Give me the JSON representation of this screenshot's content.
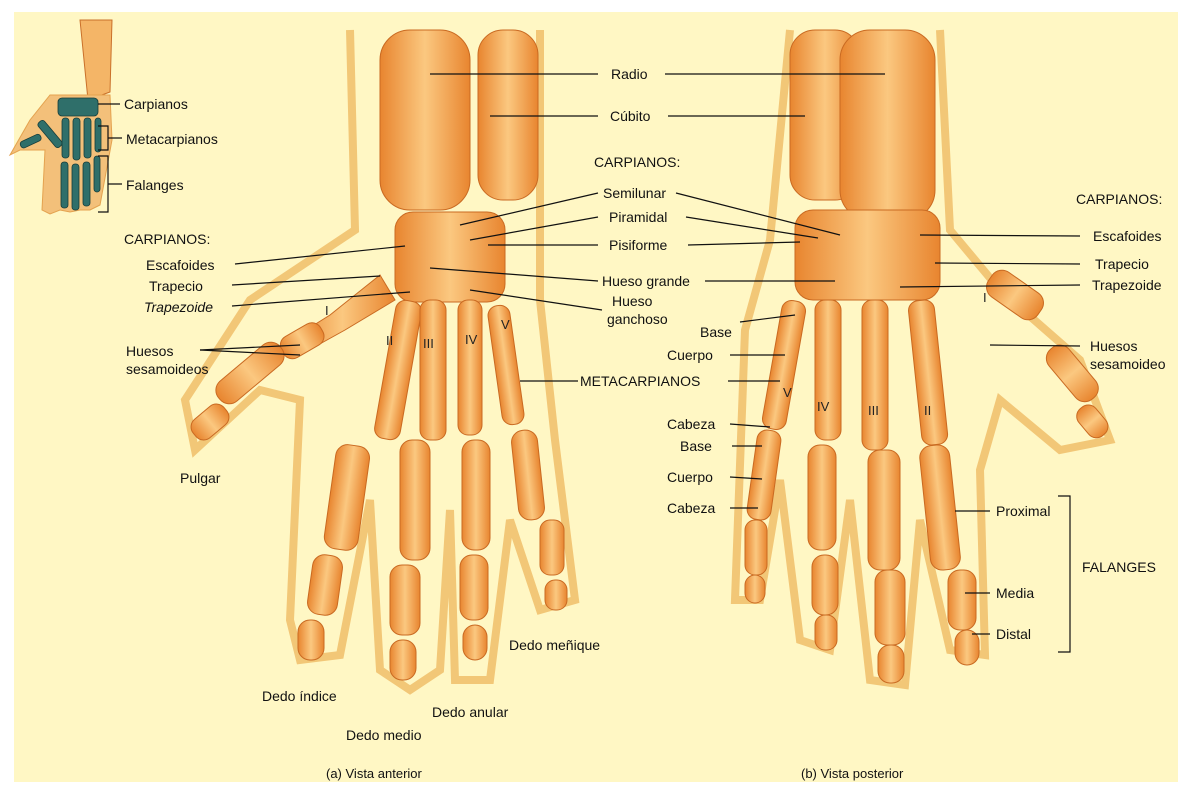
{
  "inset": {
    "carpianos": "Carpianos",
    "metacarpianos": "Metacarpianos",
    "falanges": "Falanges"
  },
  "center": {
    "radio": "Radio",
    "cubito": "Cúbito",
    "carpianos_heading": "CARPIANOS:",
    "semilunar": "Semilunar",
    "piramidal": "Piramidal",
    "pisiforme": "Pisiforme",
    "hueso_grande": "Hueso grande",
    "hueso_ganchoso_1": "Hueso",
    "hueso_ganchoso_2": "ganchoso",
    "metacarpianos": "METACARPIANOS"
  },
  "anterior": {
    "carpianos_heading": "CARPIANOS:",
    "escafoides": "Escafoides",
    "trapecio": "Trapecio",
    "trapezoide": "Trapezoide",
    "sesamoideos_1": "Huesos",
    "sesamoideos_2": "sesamoideos",
    "pulgar": "Pulgar",
    "dedo_indice": "Dedo índice",
    "dedo_medio": "Dedo medio",
    "dedo_anular": "Dedo anular",
    "dedo_menique": "Dedo meñique",
    "caption": "(a) Vista anterior",
    "numerals": [
      "I",
      "II",
      "III",
      "IV",
      "V"
    ]
  },
  "posterior": {
    "carpianos_heading": "CARPIANOS:",
    "escafoides": "Escafoides",
    "trapecio": "Trapecio",
    "trapezoide": "Trapezoide",
    "sesamoideo_1": "Huesos",
    "sesamoideo_2": "sesamoideo",
    "base_meta": "Base",
    "cuerpo_meta": "Cuerpo",
    "cabeza_meta": "Cabeza",
    "base_fal": "Base",
    "cuerpo_fal": "Cuerpo",
    "cabeza_fal": "Cabeza",
    "proximal": "Proximal",
    "media": "Media",
    "distal": "Distal",
    "falanges": "FALANGES",
    "caption": "(b) Vista posterior",
    "numerals": [
      "V",
      "IV",
      "III",
      "II",
      "I"
    ]
  },
  "colors": {
    "background": "#fff7c4",
    "bone": "#f6b15a",
    "bone_dark": "#d9772a",
    "hand_outline": "#f2c777",
    "inset_bone": "#2f6f6a"
  }
}
